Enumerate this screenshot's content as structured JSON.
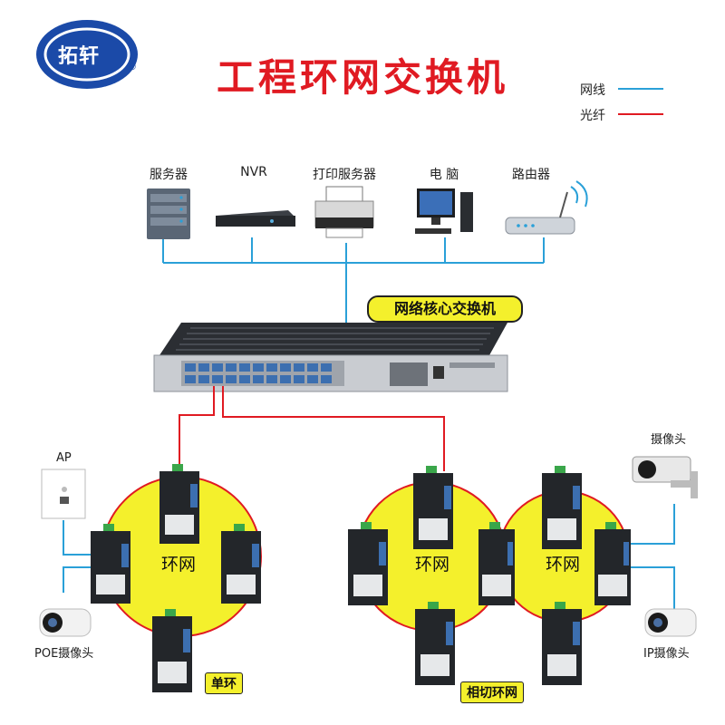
{
  "logo": {
    "text": "拓轩",
    "mark": "®"
  },
  "title": "工程环网交换机",
  "legend": [
    {
      "label": "网线",
      "color": "#2aa0d8"
    },
    {
      "label": "光纤",
      "color": "#e01a22"
    }
  ],
  "devices": [
    {
      "label": "服务器",
      "icon": "server-icon"
    },
    {
      "label": "NVR",
      "icon": "nvr-icon"
    },
    {
      "label": "打印服务器",
      "icon": "printer-icon"
    },
    {
      "label": "电 脑",
      "icon": "computer-icon"
    },
    {
      "label": "路由器",
      "icon": "router-icon"
    }
  ],
  "core_switch": {
    "label": "网络核心交换机"
  },
  "left": {
    "ap_label": "AP",
    "camera_label": "POE摄像头",
    "ring_text": "环网",
    "tag": "单环"
  },
  "right": {
    "camera_top_label": "摄像头",
    "camera_bottom_label": "IP摄像头",
    "ring_text_a": "环网",
    "ring_text_b": "环网",
    "tag": "相切环网"
  },
  "colors": {
    "cable": "#2aa0d8",
    "fiber": "#e01a22",
    "ring": "#f4f02c",
    "ring_border": "#e01a22",
    "title": "#e01a22",
    "logo": "#1b4aa8"
  }
}
